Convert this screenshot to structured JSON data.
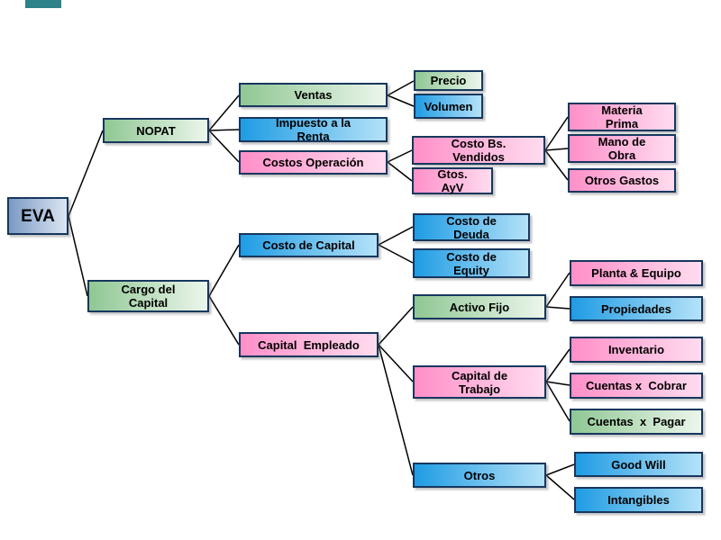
{
  "diagram": {
    "title": "EVA decomposition tree",
    "nodes": {
      "eva": {
        "label": "EVA"
      },
      "nopat": {
        "label": "NOPAT"
      },
      "cargo_capital": {
        "label": "Cargo del Capital"
      },
      "ventas": {
        "label": "Ventas"
      },
      "impuesto_renta": {
        "label": "Impuesto a la Renta"
      },
      "costos_operacion": {
        "label": "Costos Operación"
      },
      "precio": {
        "label": "Precio"
      },
      "volumen": {
        "label": "Volumen"
      },
      "costo_bs_vendidos": {
        "label": "Costo Bs. Vendidos"
      },
      "gtos_ayv": {
        "label": "Gtos. AyV"
      },
      "materia_prima": {
        "label": "Materia Prima"
      },
      "mano_obra": {
        "label": "Mano de Obra"
      },
      "otros_gastos": {
        "label": "Otros Gastos"
      },
      "costo_capital": {
        "label": "Costo de Capital"
      },
      "costo_deuda": {
        "label": "Costo de Deuda"
      },
      "costo_equity": {
        "label": "Costo de Equity"
      },
      "capital_empleado": {
        "label": "Capital  Empleado"
      },
      "activo_fijo": {
        "label": "Activo Fijo"
      },
      "planta_equipo": {
        "label": "Planta & Equipo"
      },
      "propiedades": {
        "label": "Propiedades"
      },
      "capital_trabajo": {
        "label": "Capital de Trabajo"
      },
      "inventario": {
        "label": "Inventario"
      },
      "cuentas_cobrar": {
        "label": "Cuentas x  Cobrar"
      },
      "cuentas_pagar": {
        "label": "Cuentas  x  Pagar"
      },
      "otros": {
        "label": "Otros"
      },
      "good_will": {
        "label": "Good Will"
      },
      "intangibles": {
        "label": "Intangibles"
      }
    },
    "edges": [
      [
        "eva",
        "nopat"
      ],
      [
        "eva",
        "cargo_capital"
      ],
      [
        "nopat",
        "ventas"
      ],
      [
        "nopat",
        "impuesto_renta"
      ],
      [
        "nopat",
        "costos_operacion"
      ],
      [
        "ventas",
        "precio"
      ],
      [
        "ventas",
        "volumen"
      ],
      [
        "costos_operacion",
        "costo_bs_vendidos"
      ],
      [
        "costos_operacion",
        "gtos_ayv"
      ],
      [
        "costo_bs_vendidos",
        "materia_prima"
      ],
      [
        "costo_bs_vendidos",
        "mano_obra"
      ],
      [
        "costo_bs_vendidos",
        "otros_gastos"
      ],
      [
        "cargo_capital",
        "costo_capital"
      ],
      [
        "cargo_capital",
        "capital_empleado"
      ],
      [
        "costo_capital",
        "costo_deuda"
      ],
      [
        "costo_capital",
        "costo_equity"
      ],
      [
        "capital_empleado",
        "activo_fijo"
      ],
      [
        "capital_empleado",
        "capital_trabajo"
      ],
      [
        "capital_empleado",
        "otros"
      ],
      [
        "activo_fijo",
        "planta_equipo"
      ],
      [
        "activo_fijo",
        "propiedades"
      ],
      [
        "capital_trabajo",
        "inventario"
      ],
      [
        "capital_trabajo",
        "cuentas_cobrar"
      ],
      [
        "capital_trabajo",
        "cuentas_pagar"
      ],
      [
        "otros",
        "good_will"
      ],
      [
        "otros",
        "intangibles"
      ]
    ],
    "palette": {
      "border": "#17375e",
      "green_a": "#8fc793",
      "green_b": "#ecf6ec",
      "blue_a": "#1f9ce4",
      "blue_b": "#b4e2f8",
      "pink_a": "#ff8fc8",
      "pink_b": "#ffdcef",
      "slate_a": "#7b99c3",
      "slate_b": "#dce6f2",
      "line": "#000000",
      "topbar": "#2e8289"
    }
  }
}
